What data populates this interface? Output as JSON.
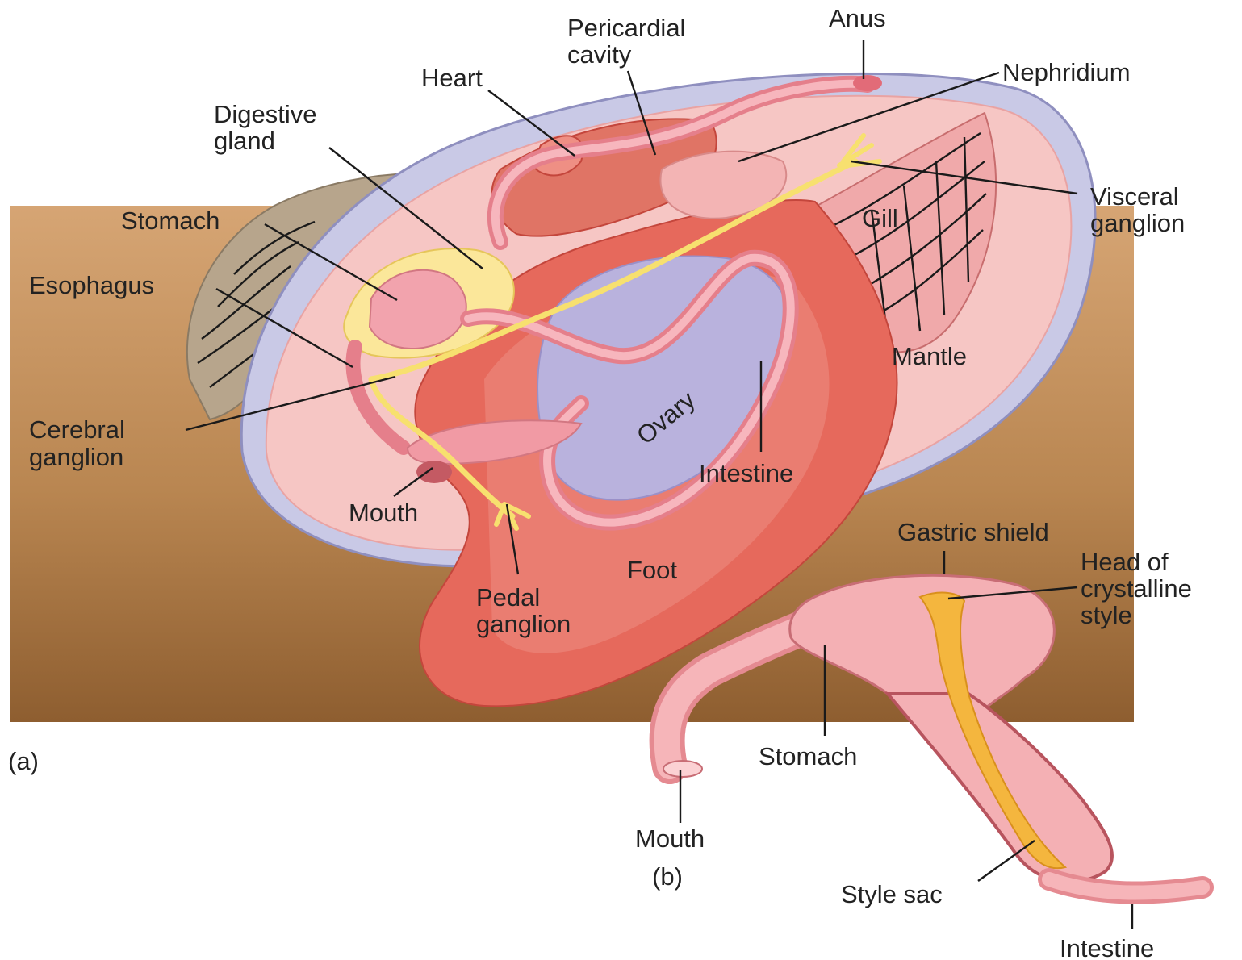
{
  "panel_a": {
    "panel_label": "(a)",
    "labels": {
      "anus": "Anus",
      "pericardial_1": "Pericardial",
      "pericardial_2": "cavity",
      "heart": "Heart",
      "nephridium": "Nephridium",
      "digestive_1": "Digestive",
      "digestive_2": "gland",
      "visceral_1": "Visceral",
      "visceral_2": "ganglion",
      "stomach": "Stomach",
      "gill": "Gill",
      "esophagus": "Esophagus",
      "mantle": "Mantle",
      "ovary": "Ovary",
      "cerebral_1": "Cerebral",
      "cerebral_2": "ganglion",
      "intestine": "Intestine",
      "mouth": "Mouth",
      "foot": "Foot",
      "pedal_1": "Pedal",
      "pedal_2": "ganglion"
    }
  },
  "panel_b": {
    "panel_label": "(b)",
    "labels": {
      "gastric_shield": "Gastric shield",
      "head_1": "Head of",
      "head_2": "crystalline",
      "head_3": "style",
      "stomach": "Stomach",
      "mouth": "Mouth",
      "style_sac": "Style sac",
      "intestine": "Intestine"
    }
  }
}
